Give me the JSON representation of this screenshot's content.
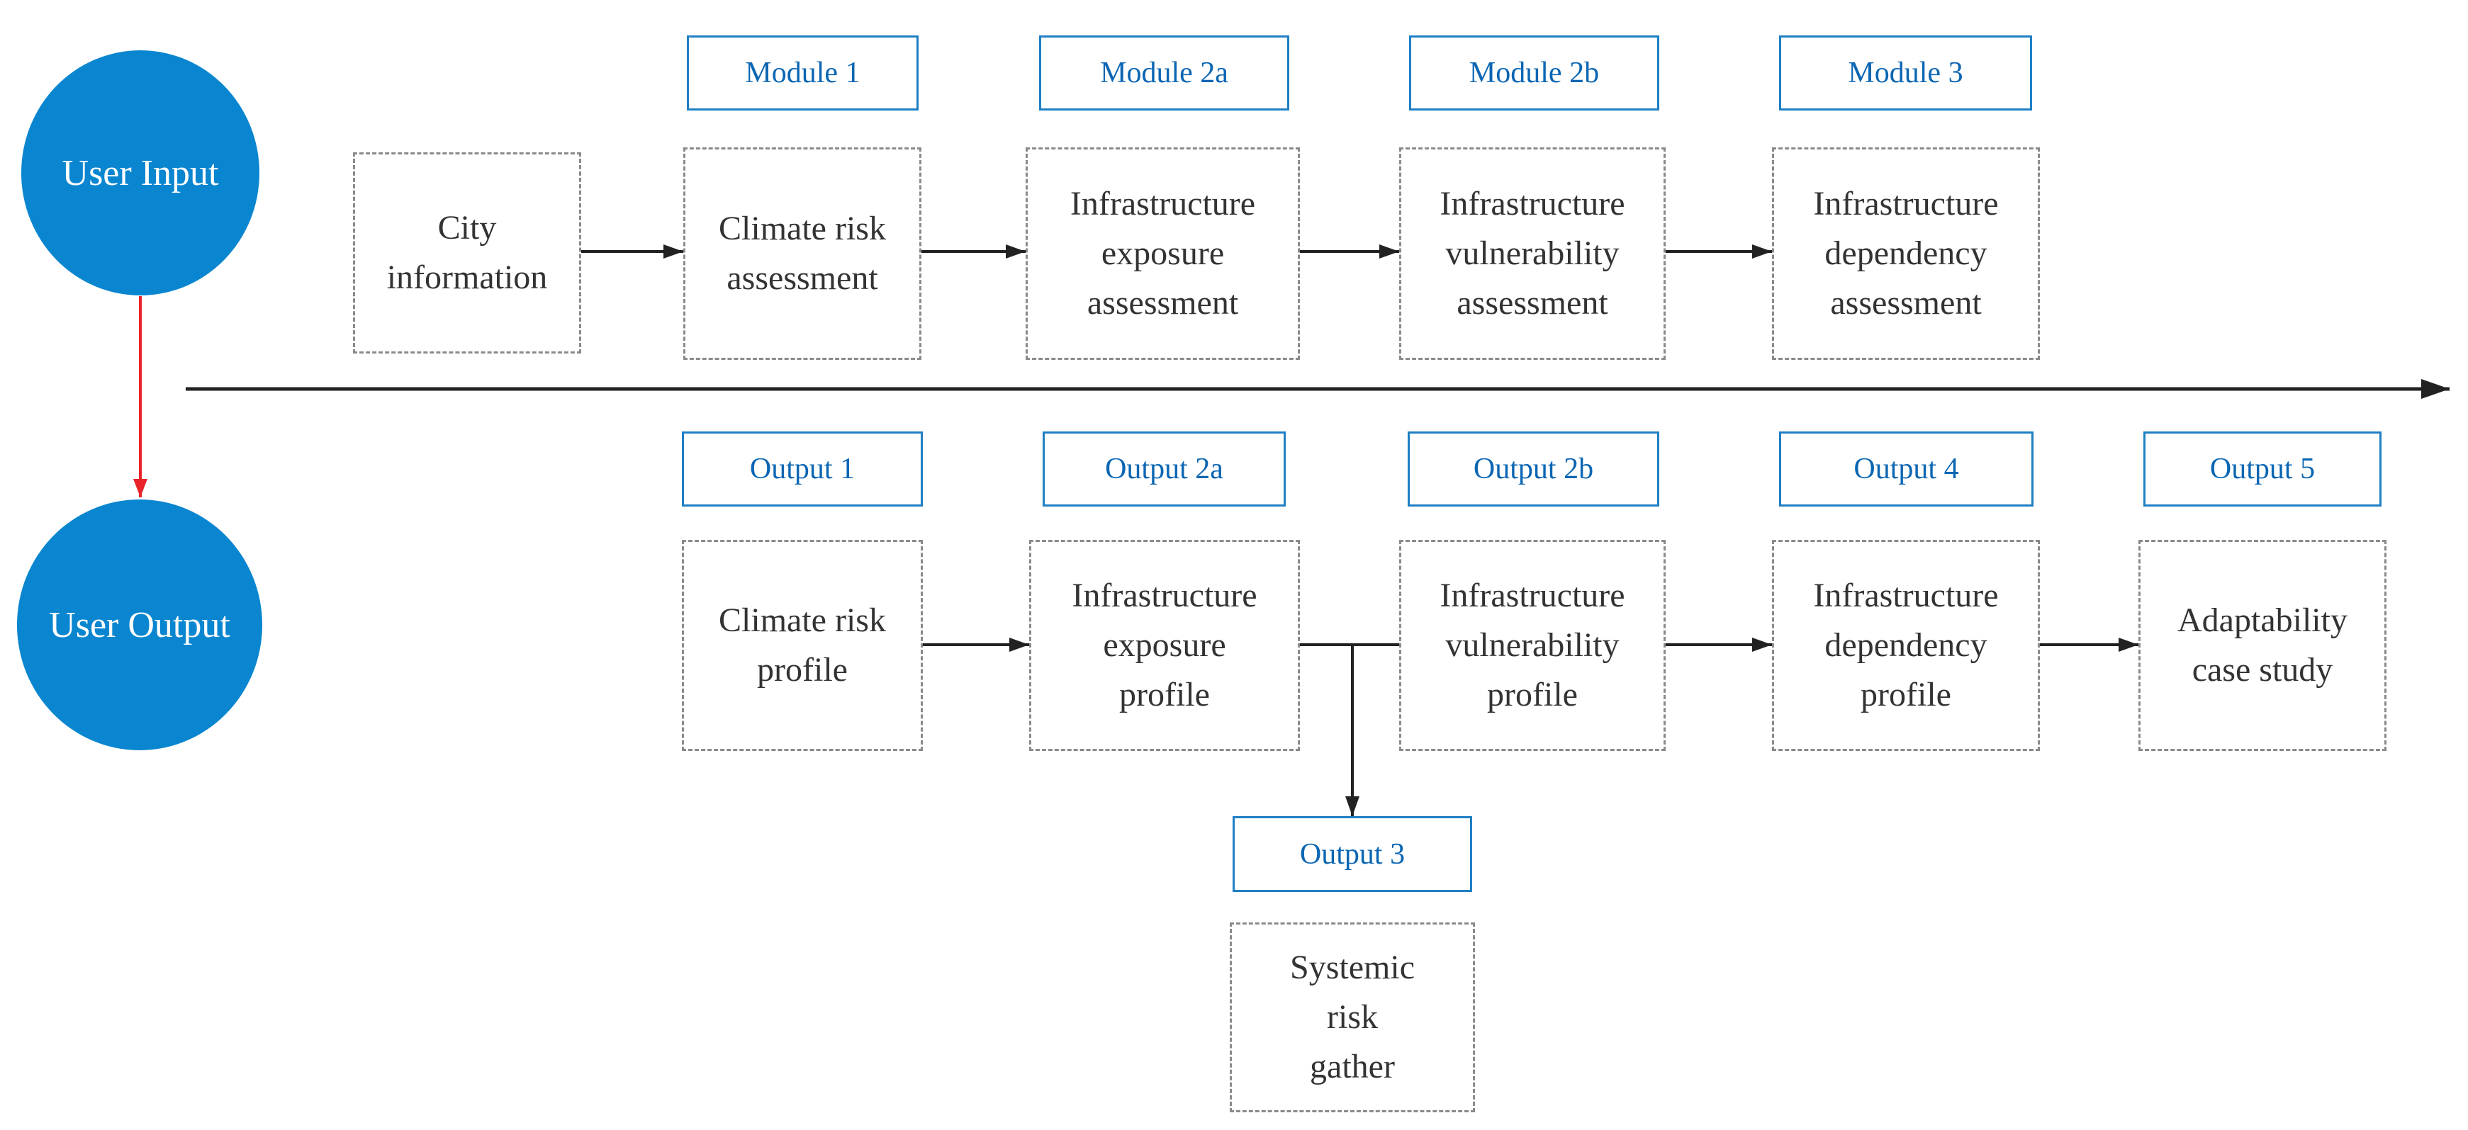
{
  "colors": {
    "circle_fill": "#0a86d0",
    "label_border": "#1f7fc4",
    "label_text": "#0b66b3",
    "step_border": "#8a8a8a",
    "step_text": "#333333",
    "arrow": "#222222",
    "user_arrow": "#e8232a"
  },
  "user_input": {
    "label": "User Input"
  },
  "user_output": {
    "label": "User Output"
  },
  "top_row": {
    "labels": [
      "Module 1",
      "Module 2a",
      "Module 2b",
      "Module 3"
    ],
    "steps": [
      "City\ninformation",
      "Climate risk\nassessment",
      "Infrastructure\nexposure\nassessment",
      "Infrastructure\nvulnerability\nassessment",
      "Infrastructure\ndependency\nassessment"
    ]
  },
  "bottom_row": {
    "labels": [
      "Output 1",
      "Output 2a",
      "Output 2b",
      "Output 4",
      "Output 5"
    ],
    "steps": [
      "Climate risk\nprofile",
      "Infrastructure\nexposure\nprofile",
      "Infrastructure\nvulnerability\nprofile",
      "Infrastructure\ndependency\nprofile",
      "Adaptability\ncase study"
    ]
  },
  "branch": {
    "label": "Output 3",
    "step": "Systemic\nrisk\ngather"
  }
}
